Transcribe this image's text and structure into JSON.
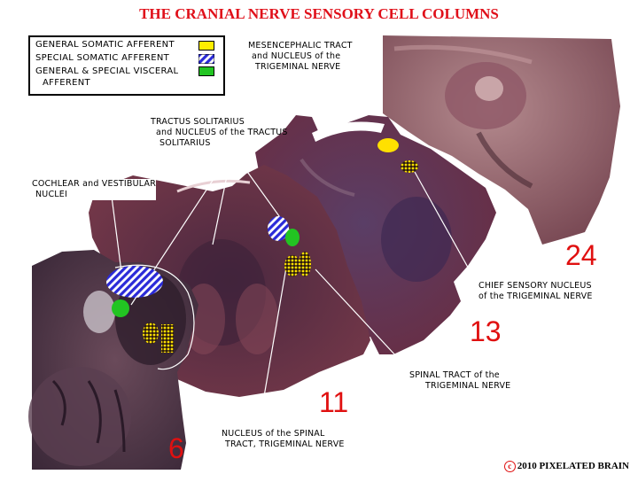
{
  "title": "THE CRANIAL NERVE SENSORY CELL COLUMNS",
  "legend": {
    "items": [
      {
        "label": "GENERAL SOMATIC AFFERENT",
        "color": "#ffee00",
        "pattern": "solid"
      },
      {
        "label": "SPECIAL SOMATIC AFFERENT",
        "color": "#2a2ad8",
        "pattern": "hatched"
      },
      {
        "label": "GENERAL & SPECIAL VISCERAL",
        "label2": "AFFERENT",
        "color": "#22c422",
        "pattern": "solid"
      }
    ]
  },
  "labels": {
    "mesencephalic": [
      "MESENCEPHALIC TRACT",
      "and NUCLEUS of the",
      "TRIGEMINAL NERVE"
    ],
    "solitarius": [
      "TRACTUS SOLITARIUS",
      "and NUCLEUS of the TRACTUS",
      "SOLITARIUS"
    ],
    "cochlear": [
      "COCHLEAR and VESTIBULAR",
      "NUCLEI"
    ],
    "chief_sensory": [
      "CHIEF SENSORY NUCLEUS",
      "of the TRIGEMINAL NERVE"
    ],
    "spinal_tract": [
      "SPINAL TRACT of the",
      "TRIGEMINAL NERVE"
    ],
    "nucleus_spinal": [
      "NUCLEUS of the SPINAL",
      "TRACT, TRIGEMINAL NERVE"
    ]
  },
  "section_numbers": {
    "s6": "6",
    "s11": "11",
    "s13": "13",
    "s24": "24"
  },
  "copyright": "2010 PIXELATED BRAIN",
  "copyright_symbol": "c",
  "colors": {
    "title": "#e0101a",
    "numbers": "#e01010",
    "tissue": "#6e3a48",
    "background": "#ffffff"
  }
}
